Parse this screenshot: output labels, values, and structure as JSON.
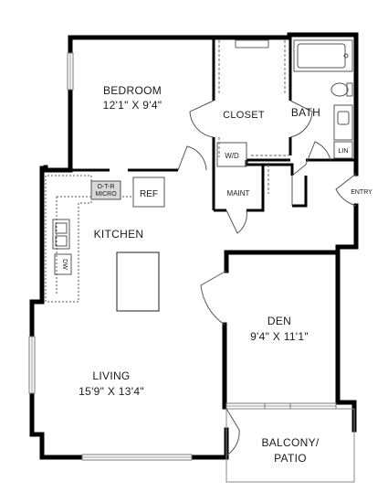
{
  "rooms": {
    "bedroom": {
      "name": "BEDROOM",
      "dims": "12'1\" X 9'4\""
    },
    "closet": {
      "name": "CLOSET"
    },
    "bath": {
      "name": "BATH"
    },
    "kitchen": {
      "name": "KITCHEN"
    },
    "den": {
      "name": "DEN",
      "dims": "9'4\" X 11'1\""
    },
    "living": {
      "name": "LIVING",
      "dims": "15'9\" X 13'4\""
    },
    "balcony": {
      "line1": "BALCONY/",
      "line2": "PATIO"
    }
  },
  "fixtures": {
    "wd": "W/D",
    "maint": "MAINT",
    "entry": "ENTRY",
    "lin": "LIN",
    "ref": "REF",
    "otr1": "O-T-R",
    "otr2": "MICRO",
    "dw": "DW"
  }
}
